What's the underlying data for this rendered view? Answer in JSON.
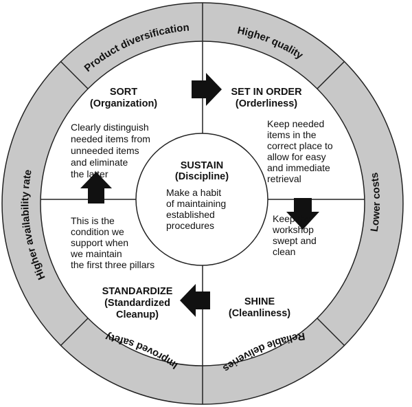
{
  "colors": {
    "ring": "#c8c8c8",
    "line": "#222222",
    "arrow": "#111111"
  },
  "ring_labels": {
    "product_diversification": "Product  diversification",
    "higher_quality": "Higher quality",
    "lower_costs": "Lower costs",
    "reliable_deliveries": "Reliable deliveries",
    "improved_safety": "Improved safety",
    "higher_availability_rate": "Higher availability rate"
  },
  "pillars": {
    "sort": {
      "title": "SORT",
      "subtitle": "(Organization)",
      "lines": [
        "Clearly distinguish",
        "needed items from",
        "unneeded items",
        "and eliminate",
        "the latter"
      ]
    },
    "set_in_order": {
      "title": "SET IN ORDER",
      "subtitle": "(Orderliness)",
      "lines": [
        "Keep needed",
        "items in the",
        "correct place to",
        "allow for easy",
        "and immediate",
        "retrieval"
      ]
    },
    "shine": {
      "title": "SHINE",
      "subtitle": "(Cleanliness)",
      "lines": [
        "Keep the",
        "workshop",
        "swept and",
        "clean"
      ]
    },
    "standardize": {
      "title": "STANDARDIZE",
      "subtitle": "(Standardized",
      "subtitle2": "Cleanup)",
      "lines": [
        "This is the",
        "condition we",
        "support when",
        "we maintain",
        "the first three pillars"
      ]
    },
    "sustain": {
      "title": "SUSTAIN",
      "subtitle": "(Discipline)",
      "lines": [
        "Make a habit",
        "of maintaining",
        "established",
        "procedures"
      ]
    }
  }
}
